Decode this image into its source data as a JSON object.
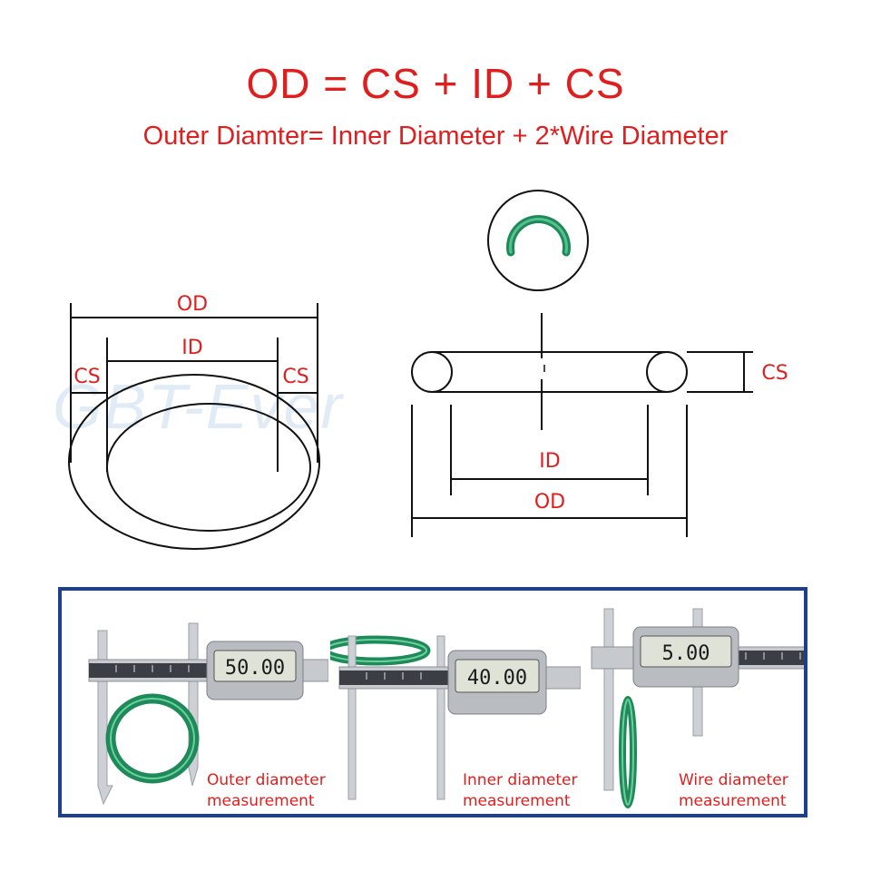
{
  "header": {
    "formula": "OD = CS + ID + CS",
    "explanation": "Outer Diamter= Inner Diameter + 2*Wire Diameter"
  },
  "watermark": "GBT-Ever",
  "left_diagram": {
    "od_label": "OD",
    "id_label": "ID",
    "cs_left_label": "CS",
    "cs_right_label": "CS"
  },
  "right_diagram": {
    "cs_label": "CS",
    "id_label": "ID",
    "od_label": "OD"
  },
  "measurements": [
    {
      "display": "50.00",
      "caption_line1": "Outer diameter",
      "caption_line2": "measurement"
    },
    {
      "display": "40.00",
      "caption_line1": "Inner diameter",
      "caption_line2": "measurement"
    },
    {
      "display": "5.00",
      "caption_line1": "Wire diameter",
      "caption_line2": "measurement"
    }
  ],
  "colors": {
    "label_red": "#e01e1e",
    "oring_green": "#1e8a5a",
    "panel_border": "#1d3f8f"
  }
}
